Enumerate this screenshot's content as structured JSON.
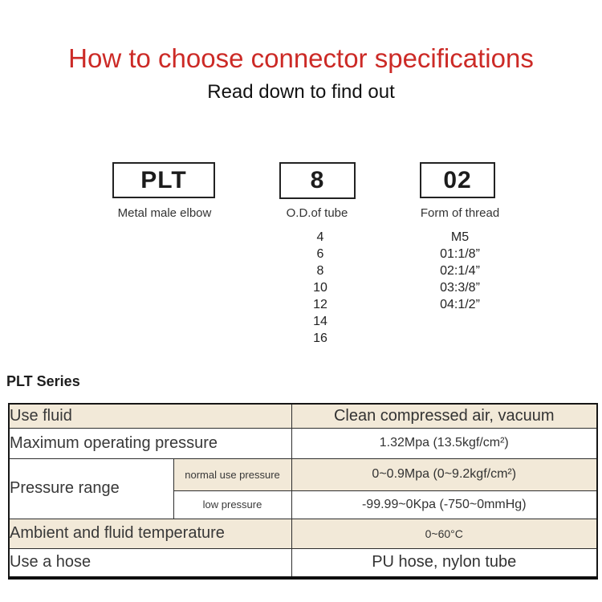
{
  "header": {
    "title": "How to choose connector specifications",
    "subtitle": "Read down to find out"
  },
  "code_breakdown": {
    "segments": [
      {
        "code": "PLT",
        "label": "Metal male elbow"
      },
      {
        "code": "8",
        "label": "O.D.of tube"
      },
      {
        "code": "02",
        "label": "Form of thread"
      }
    ],
    "tube_od_options": [
      "4",
      "6",
      "8",
      "10",
      "12",
      "14",
      "16"
    ],
    "thread_options": [
      "M5",
      "01:1/8”",
      "02:1/4”",
      "03:3/8”",
      "04:1/2”"
    ]
  },
  "series_heading": "PLT Series",
  "spec_table": {
    "rows": [
      {
        "label": "Use fluid",
        "value": "Clean compressed air, vacuum"
      },
      {
        "label": "Maximum operating pressure",
        "value": "1.32Mpa (13.5kgf/cm²)"
      },
      {
        "label": "Pressure range",
        "sub_rows": [
          {
            "sub_label": "normal use pressure",
            "value": "0~0.9Mpa (0~9.2kgf/cm²)"
          },
          {
            "sub_label": "low pressure",
            "value": "-99.99~0Kpa (-750~0mmHg)"
          }
        ]
      },
      {
        "label": "Ambient and fluid temperature",
        "value": "0~60°C"
      },
      {
        "label": "Use a hose",
        "value": "PU hose, nylon tube"
      }
    ]
  },
  "colors": {
    "title_red": "#cc2a26",
    "stripe_beige": "#f2e9d8",
    "border_dark": "#161616",
    "text_dark": "#383838"
  }
}
